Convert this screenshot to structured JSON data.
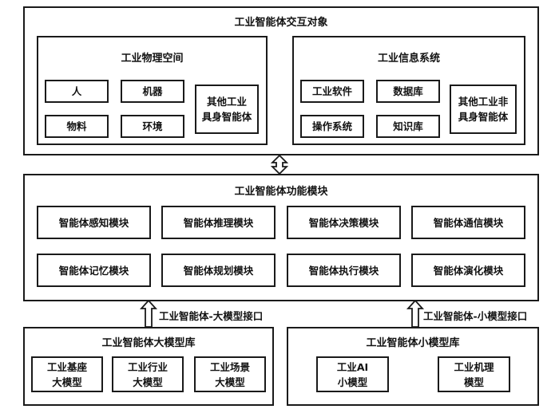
{
  "interaction_objects": {
    "title": "工业智能体交互对象",
    "physical_space": {
      "title": "工业物理空间",
      "items": [
        "人",
        "机器",
        "物料",
        "环境"
      ],
      "other": "其他工业\n具身智能体"
    },
    "info_system": {
      "title": "工业信息系统",
      "items": [
        "工业软件",
        "数据库",
        "操作系统",
        "知识库"
      ],
      "other": "其他工业非\n具身智能体"
    }
  },
  "function_modules": {
    "title": "工业智能体功能模块",
    "modules": [
      "智能体感知模块",
      "智能体推理模块",
      "智能体决策模块",
      "智能体通信模块",
      "智能体记忆模块",
      "智能体规划模块",
      "智能体执行模块",
      "智能体演化模块"
    ]
  },
  "interfaces": {
    "large": "工业智能体-大模型接口",
    "small": "工业智能体-小模型接口"
  },
  "large_model_lib": {
    "title": "工业智能体大模型库",
    "items": [
      "工业基座\n大模型",
      "工业行业\n大模型",
      "工业场景\n大模型"
    ]
  },
  "small_model_lib": {
    "title": "工业智能体小模型库",
    "items": [
      "工业AI\n小模型",
      "工业机理\n模型"
    ]
  }
}
